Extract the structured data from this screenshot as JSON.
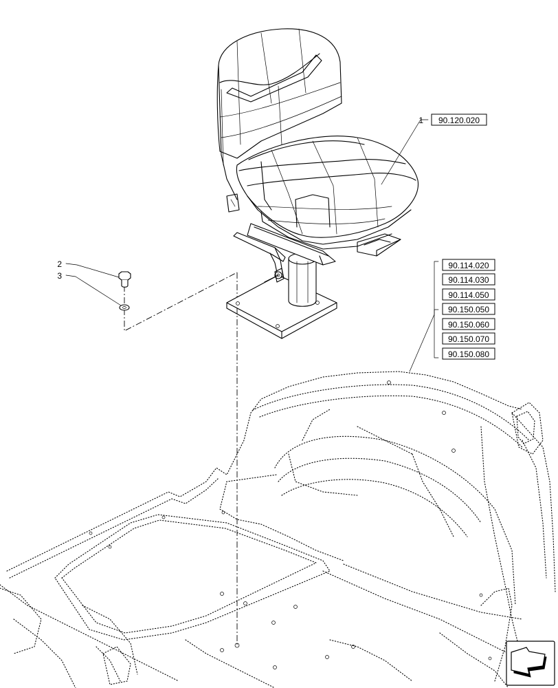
{
  "callouts": [
    {
      "label": "1",
      "ref": "90.120.020"
    },
    {
      "label": "2"
    },
    {
      "label": "3"
    }
  ],
  "reference_group": [
    "90.114.020",
    "90.114.030",
    "90.114.050",
    "90.150.050",
    "90.150.060",
    "90.150.070",
    "90.150.080"
  ],
  "icons": {
    "nav": "next-page-arrow-icon",
    "seat": "operator-seat",
    "bolt": "bolt",
    "washer": "washer",
    "frame": "tractor-frame"
  }
}
